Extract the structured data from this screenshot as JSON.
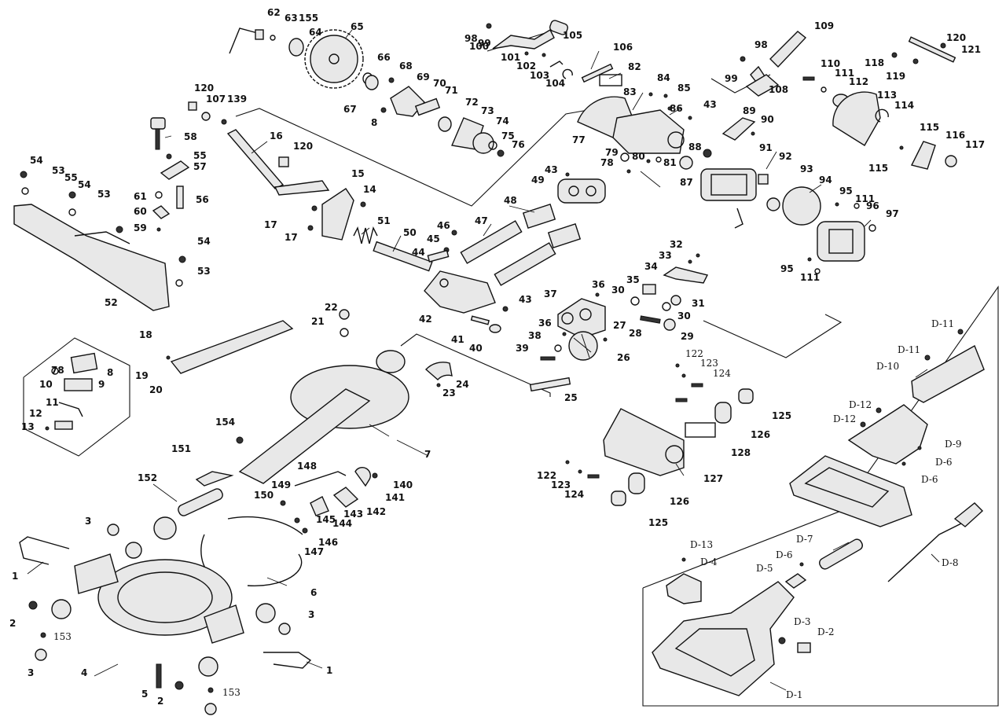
{
  "labels": {
    "l62": "62",
    "l63": "63",
    "l155": "155",
    "l64": "64",
    "l65": "65",
    "l66": "66",
    "l67": "67",
    "l68": "68",
    "l8": "8",
    "l69": "69",
    "l70": "70",
    "l71": "71",
    "l72": "72",
    "l73": "73",
    "l74": "74",
    "l75": "75",
    "l76": "76",
    "l98a": "98",
    "l99a": "99",
    "l100": "100",
    "l101": "101",
    "l102": "102",
    "l103": "103",
    "l104": "104",
    "l105": "105",
    "l106": "106",
    "l82": "82",
    "l83": "83",
    "l84": "84",
    "l85": "85",
    "l86": "86",
    "l77": "77",
    "l79": "79",
    "l78": "78",
    "l80": "80",
    "l81": "81",
    "l43a": "43",
    "l98b": "98",
    "l99b": "99",
    "l108": "108",
    "l109": "109",
    "l110": "110",
    "l111a": "111",
    "l112": "112",
    "l113": "113",
    "l114": "114",
    "l118": "118",
    "l119": "119",
    "l120a": "120",
    "l121": "121",
    "l115a": "115",
    "l115b": "115",
    "l116": "116",
    "l117": "117",
    "l89": "89",
    "l90": "90",
    "l88": "88",
    "l87": "87",
    "l91": "91",
    "l92": "92",
    "l93": "93",
    "l94": "94",
    "l95a": "95",
    "l111b": "111",
    "l96": "96",
    "l97": "97",
    "l95b": "95",
    "l111c": "111",
    "l120b": "120",
    "l107": "107",
    "l139": "139",
    "l58": "58",
    "l16": "16",
    "l120c": "120",
    "l55a": "55",
    "l57": "57",
    "l54a": "54",
    "l53a": "53",
    "l55b": "55",
    "l54b": "54",
    "l53b": "53",
    "l61": "61",
    "l60": "60",
    "l56": "56",
    "l59": "59",
    "l15": "15",
    "l14": "14",
    "l17a": "17",
    "l17b": "17",
    "l54c": "54",
    "l53c": "53",
    "l52": "52",
    "l49": "49",
    "l43b": "43",
    "l48": "48",
    "l47": "47",
    "l51": "51",
    "l50": "50",
    "l46": "46",
    "l45": "45",
    "l44": "44",
    "l42": "42",
    "l43c": "43",
    "l41": "41",
    "l40": "40",
    "l32": "32",
    "l33": "33",
    "l34": "34",
    "l35": "35",
    "l36a": "36",
    "l30a": "30",
    "l31": "31",
    "l37": "37",
    "l36b": "36",
    "l27": "27",
    "l28": "28",
    "l29": "29",
    "l30b": "30",
    "l38": "38",
    "l39": "39",
    "l26": "26",
    "l25": "25",
    "l24": "24",
    "l23": "23",
    "l22": "22",
    "l21": "21",
    "l18": "18",
    "l19": "19",
    "l20": "20",
    "l8b": "8",
    "l78b": "78",
    "l9": "9",
    "l10": "10",
    "l11": "11",
    "l12": "12",
    "l13": "13",
    "l7": "7",
    "l154": "154",
    "l151": "151",
    "l148": "148",
    "l149": "149",
    "l150": "150",
    "l140": "140",
    "l141": "141",
    "l142": "142",
    "l143": "143",
    "l144": "144",
    "l145": "145",
    "l146": "146",
    "l147": "147",
    "l152": "152",
    "l3a": "3",
    "l1a": "1",
    "l6": "6",
    "l3b": "3",
    "l2a": "2",
    "l153a": "153",
    "l3c": "3",
    "l4": "4",
    "l1b": "1",
    "l5": "5",
    "l2b": "2",
    "l153b": "153",
    "l122a": "122",
    "l123a": "123",
    "l124a": "124",
    "l125a": "125",
    "l126a": "126",
    "l128": "128",
    "l127": "127",
    "l122b": "122",
    "l123b": "123",
    "l124b": "124",
    "l126b": "126",
    "l125b": "125",
    "lD11a": "D-11",
    "lD11b": "D-11",
    "lD10": "D-10",
    "lD12a": "D-12",
    "lD12b": "D-12",
    "lD9": "D-9",
    "lD6a": "D-6",
    "lD6b": "D-6",
    "lD7": "D-7",
    "lD8": "D-8",
    "lD13": "D-13",
    "lD4": "D-4",
    "lD6c": "D-6",
    "lD5": "D-5",
    "lD3": "D-3",
    "lD2": "D-2",
    "lD1": "D-1"
  }
}
